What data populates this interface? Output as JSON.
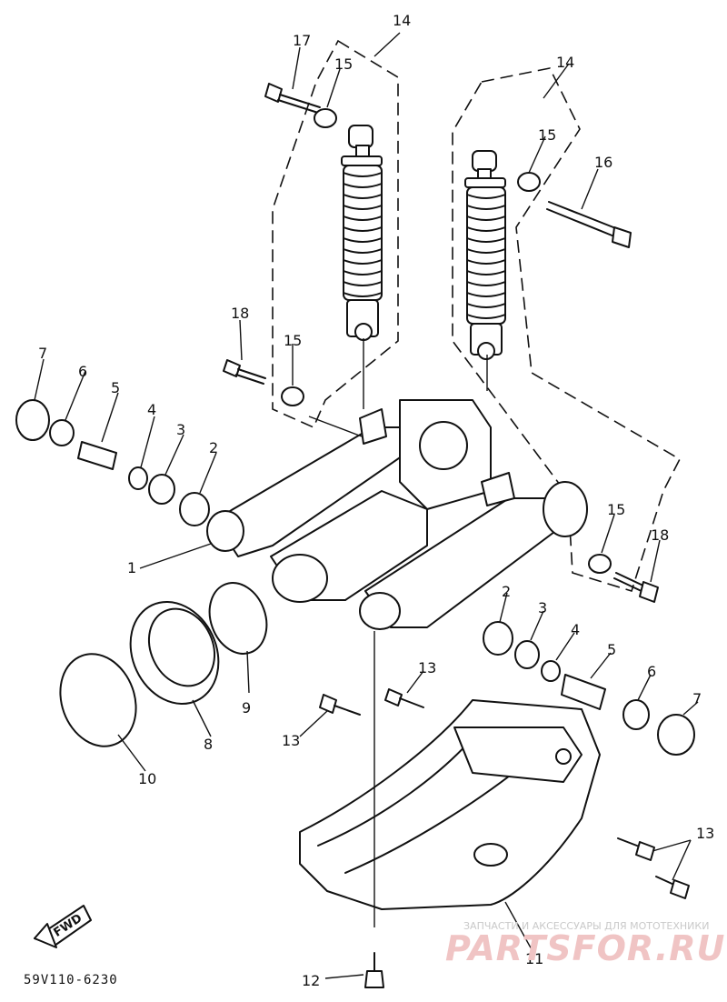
{
  "diagram": {
    "part_code": "59V110-6230",
    "direction_label": "FWD",
    "callouts": [
      {
        "id": "c14a",
        "label": "14"
      },
      {
        "id": "c14b",
        "label": "14"
      },
      {
        "id": "c17",
        "label": "17"
      },
      {
        "id": "c15a",
        "label": "15"
      },
      {
        "id": "c15b",
        "label": "15"
      },
      {
        "id": "c16",
        "label": "16"
      },
      {
        "id": "c18a",
        "label": "18"
      },
      {
        "id": "c15c",
        "label": "15"
      },
      {
        "id": "c7a",
        "label": "7"
      },
      {
        "id": "c6a",
        "label": "6"
      },
      {
        "id": "c5a",
        "label": "5"
      },
      {
        "id": "c4a",
        "label": "4"
      },
      {
        "id": "c3a",
        "label": "3"
      },
      {
        "id": "c2a",
        "label": "2"
      },
      {
        "id": "c1",
        "label": "1"
      },
      {
        "id": "c15d",
        "label": "15"
      },
      {
        "id": "c18b",
        "label": "18"
      },
      {
        "id": "c2b",
        "label": "2"
      },
      {
        "id": "c3b",
        "label": "3"
      },
      {
        "id": "c4b",
        "label": "4"
      },
      {
        "id": "c5b",
        "label": "5"
      },
      {
        "id": "c6b",
        "label": "6"
      },
      {
        "id": "c7b",
        "label": "7"
      },
      {
        "id": "c13a",
        "label": "13"
      },
      {
        "id": "c13b",
        "label": "13"
      },
      {
        "id": "c13c",
        "label": "13"
      },
      {
        "id": "c9",
        "label": "9"
      },
      {
        "id": "c8",
        "label": "8"
      },
      {
        "id": "c10",
        "label": "10"
      },
      {
        "id": "c11",
        "label": "11"
      },
      {
        "id": "c12",
        "label": "12"
      }
    ]
  },
  "watermark": {
    "caption": "ЗАПЧАСТИ И АКСЕССУАРЫ ДЛЯ МОТОТЕХНИКИ",
    "brand": "PARTSFOR.RU"
  }
}
